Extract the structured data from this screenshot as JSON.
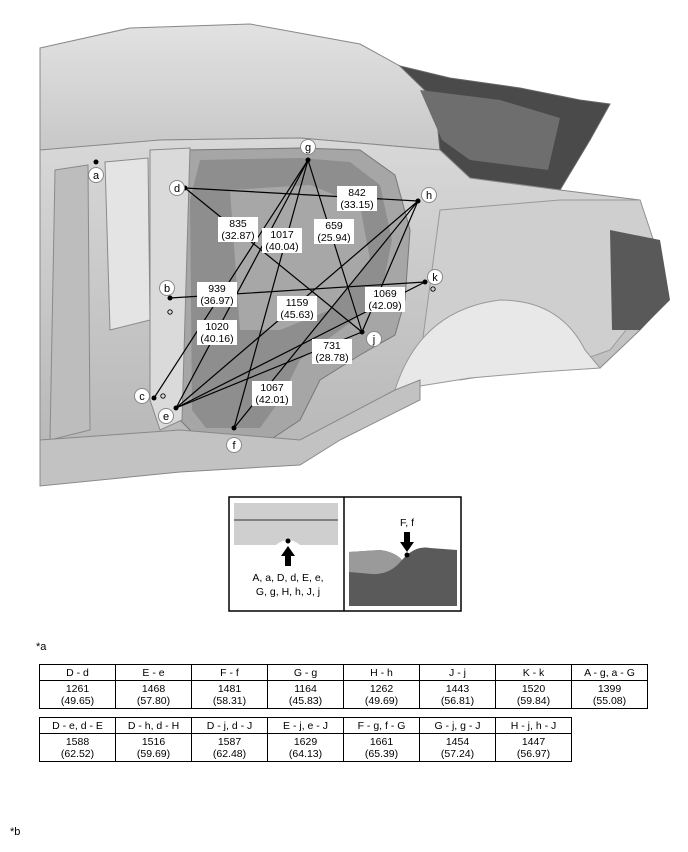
{
  "points": {
    "a": "a",
    "b": "b",
    "c": "c",
    "d": "d",
    "e": "e",
    "f": "f",
    "g": "g",
    "h": "h",
    "j": "j",
    "k": "k"
  },
  "dimensions": [
    {
      "mm": "842",
      "in": "(33.15)"
    },
    {
      "mm": "835",
      "in": "(32.87)"
    },
    {
      "mm": "1017",
      "in": "(40.04)"
    },
    {
      "mm": "659",
      "in": "(25.94)"
    },
    {
      "mm": "939",
      "in": "(36.97)"
    },
    {
      "mm": "1159",
      "in": "(45.63)"
    },
    {
      "mm": "1069",
      "in": "(42.09)"
    },
    {
      "mm": "1020",
      "in": "(40.16)"
    },
    {
      "mm": "731",
      "in": "(28.78)"
    },
    {
      "mm": "1067",
      "in": "(42.01)"
    }
  ],
  "inset": {
    "left_caption_line1": "A, a, D, d, E, e,",
    "left_caption_line2": "G, g, H, h, J, j",
    "right_caption": "F, f"
  },
  "notes": {
    "a": "*a",
    "b": "*b"
  },
  "table1": {
    "headers": [
      "D - d",
      "E - e",
      "F - f",
      "G - g",
      "H - h",
      "J - j",
      "K - k",
      "A - g, a - G"
    ],
    "mm": [
      "1261",
      "1468",
      "1481",
      "1164",
      "1262",
      "1443",
      "1520",
      "1399"
    ],
    "in": [
      "(49.65)",
      "(57.80)",
      "(58.31)",
      "(45.83)",
      "(49.69)",
      "(56.81)",
      "(59.84)",
      "(55.08)"
    ]
  },
  "table2": {
    "headers": [
      "D - e, d - E",
      "D - h, d - H",
      "D - j, d - J",
      "E - j, e - J",
      "F - g, f - G",
      "G - j, g - J",
      "H - j, h - J"
    ],
    "mm": [
      "1588",
      "1516",
      "1587",
      "1629",
      "1661",
      "1454",
      "1447"
    ],
    "in": [
      "(62.52)",
      "(59.69)",
      "(62.48)",
      "(64.13)",
      "(65.39)",
      "(57.24)",
      "(56.97)"
    ]
  }
}
